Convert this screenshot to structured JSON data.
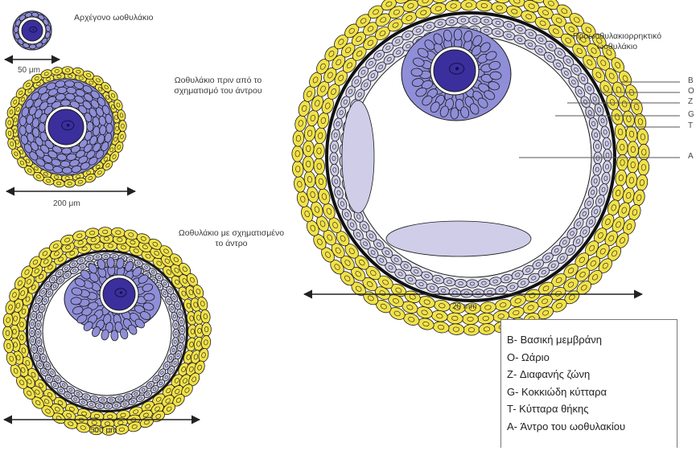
{
  "stages": {
    "primordial": {
      "label": "Αρχέγονο ωοθυλάκιο",
      "size": "50 μm"
    },
    "preantral": {
      "label_1": "Ωοθυλάκιο πριν από το",
      "label_2": "σχηματισμό του άντρου",
      "size": "200 μm"
    },
    "antral": {
      "label_1": "Ωοθυλάκιο με σχηματισμένο",
      "label_2": "το άντρο",
      "size": "500 μm"
    },
    "preovulatory": {
      "label_1": "Προωοθυλακιορρηκτικό",
      "label_2": "ωοθυλάκιο",
      "size": "20 mm"
    }
  },
  "side_letters": [
    "B",
    "O",
    "Z",
    "G",
    "T",
    "A"
  ],
  "legend": [
    "B- Βασική μεμβράνη",
    "O- Ωάριο",
    "Z- Διαφανής ζώνη",
    "G- Κοκκιώδη κύτταρα",
    "T- Κύτταρα θήκης",
    "A- Άντρο του ωοθυλακίου"
  ],
  "colors": {
    "theca_yellow": "#f2e24a",
    "granulosa_purple": "#8f8ed8",
    "oocyte": "#3a2f9c",
    "outline": "#1a1a1a"
  }
}
